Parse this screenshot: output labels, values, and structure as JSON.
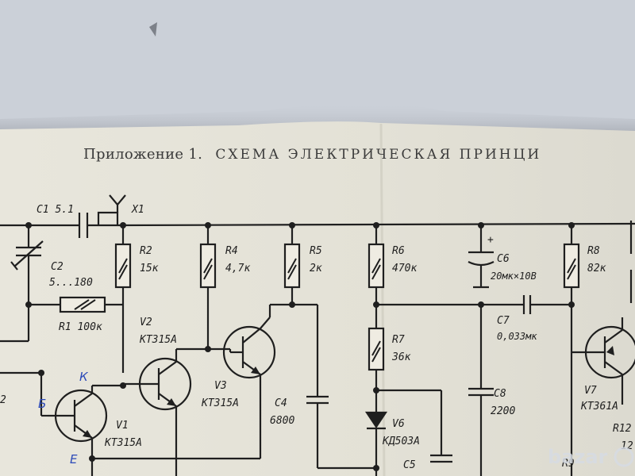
{
  "heading": {
    "appendix": "Приложение 1.",
    "title": "СХЕМА ЭЛЕКТРИЧЕСКАЯ ПРИНЦИ"
  },
  "components": {
    "c1": "C1 5.1",
    "x1": "X1",
    "c2_name": "C2",
    "c2_value": "5...180",
    "r1": "R1 100к",
    "r2_name": "R2",
    "r2_value": "15к",
    "r4_name": "R4",
    "r4_value": "4,7к",
    "r5_name": "R5",
    "r5_value": "2к",
    "r6_name": "R6",
    "r6_value": "470к",
    "r7_name": "R7",
    "r7_value": "36к",
    "r8_name": "R8",
    "r8_value": "82к",
    "c4_name": "C4",
    "c4_value": "6800",
    "c5_name": "C5",
    "c6_name": "C6",
    "c6_value": "20мк×10В",
    "c6_polarity": "+",
    "c7_name": "C7",
    "c7_value": "0,033мк",
    "c8_name": "C8",
    "c8_value": "2200",
    "v1_name": "V1",
    "v1_type": "КТ315А",
    "v2_name": "V2",
    "v2_type": "КТ315А",
    "v3_name": "V3",
    "v3_type": "КТ315А",
    "v6_name": "V6",
    "v6_type": "КД503А",
    "v7_name": "V7",
    "v7_type": "КТ361А",
    "r12_partial": "R12",
    "partial_12": "12",
    "partial_r9": "R9",
    "left_partial": "2"
  },
  "pin_marks": {
    "collector": "К",
    "base": "Б",
    "emitter": "Е"
  },
  "watermark": {
    "text": "bazar",
    "color": "#d6dbe3"
  },
  "colors": {
    "ink": "#1f1f1f",
    "paper": "#e6e4da",
    "pen": "#2b49b8"
  }
}
